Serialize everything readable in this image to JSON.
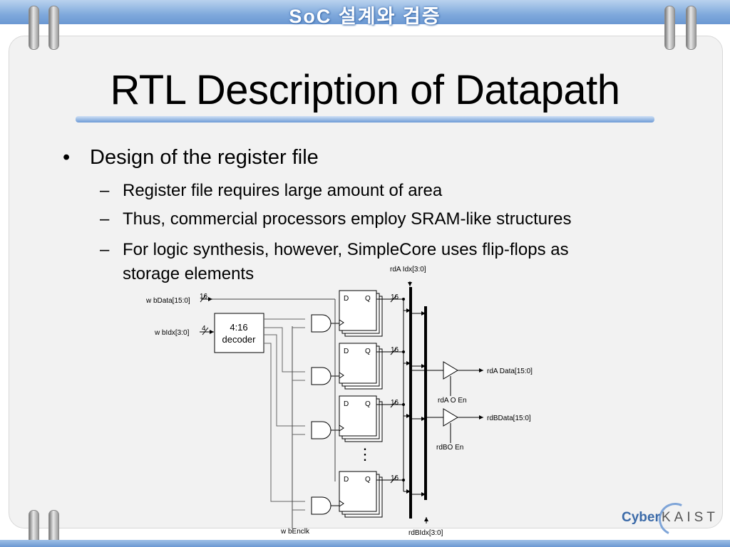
{
  "header": {
    "banner": "SoC 설계와 검증"
  },
  "slide": {
    "title": "RTL Description of Datapath",
    "bullet": "Design of the register file",
    "subbullets": [
      "Register file requires large amount of area",
      "Thus, commercial processors employ SRAM-like structures",
      "For logic synthesis, however, SimpleCore uses flip-flops as",
      "storage elements"
    ],
    "marks": {
      "l1": "•",
      "l2": "–"
    }
  },
  "diagram": {
    "signals": {
      "rdAIdx": "rdA Idx[3:0]",
      "wbData": "w bData[15:0]",
      "wbIdx": "w bIdx[3:0]",
      "rdAData": "rdA Data[15:0]",
      "rdAOEn": "rdA O En",
      "rdBData": "rdBData[15:0]",
      "rdBOEn": "rdBO En",
      "wbEnclk": "w bEnclk",
      "rdBIdx": "rdBIdx[3:0]"
    },
    "bus_width_16": "16",
    "bus_width_4": "4",
    "decoder": [
      "4:16",
      "decoder"
    ],
    "ff_pins": {
      "d": "D",
      "q": "Q"
    },
    "ellipsis": "⋮"
  },
  "logo": {
    "cyber": "Cyber",
    "kaist": "KAIST"
  }
}
